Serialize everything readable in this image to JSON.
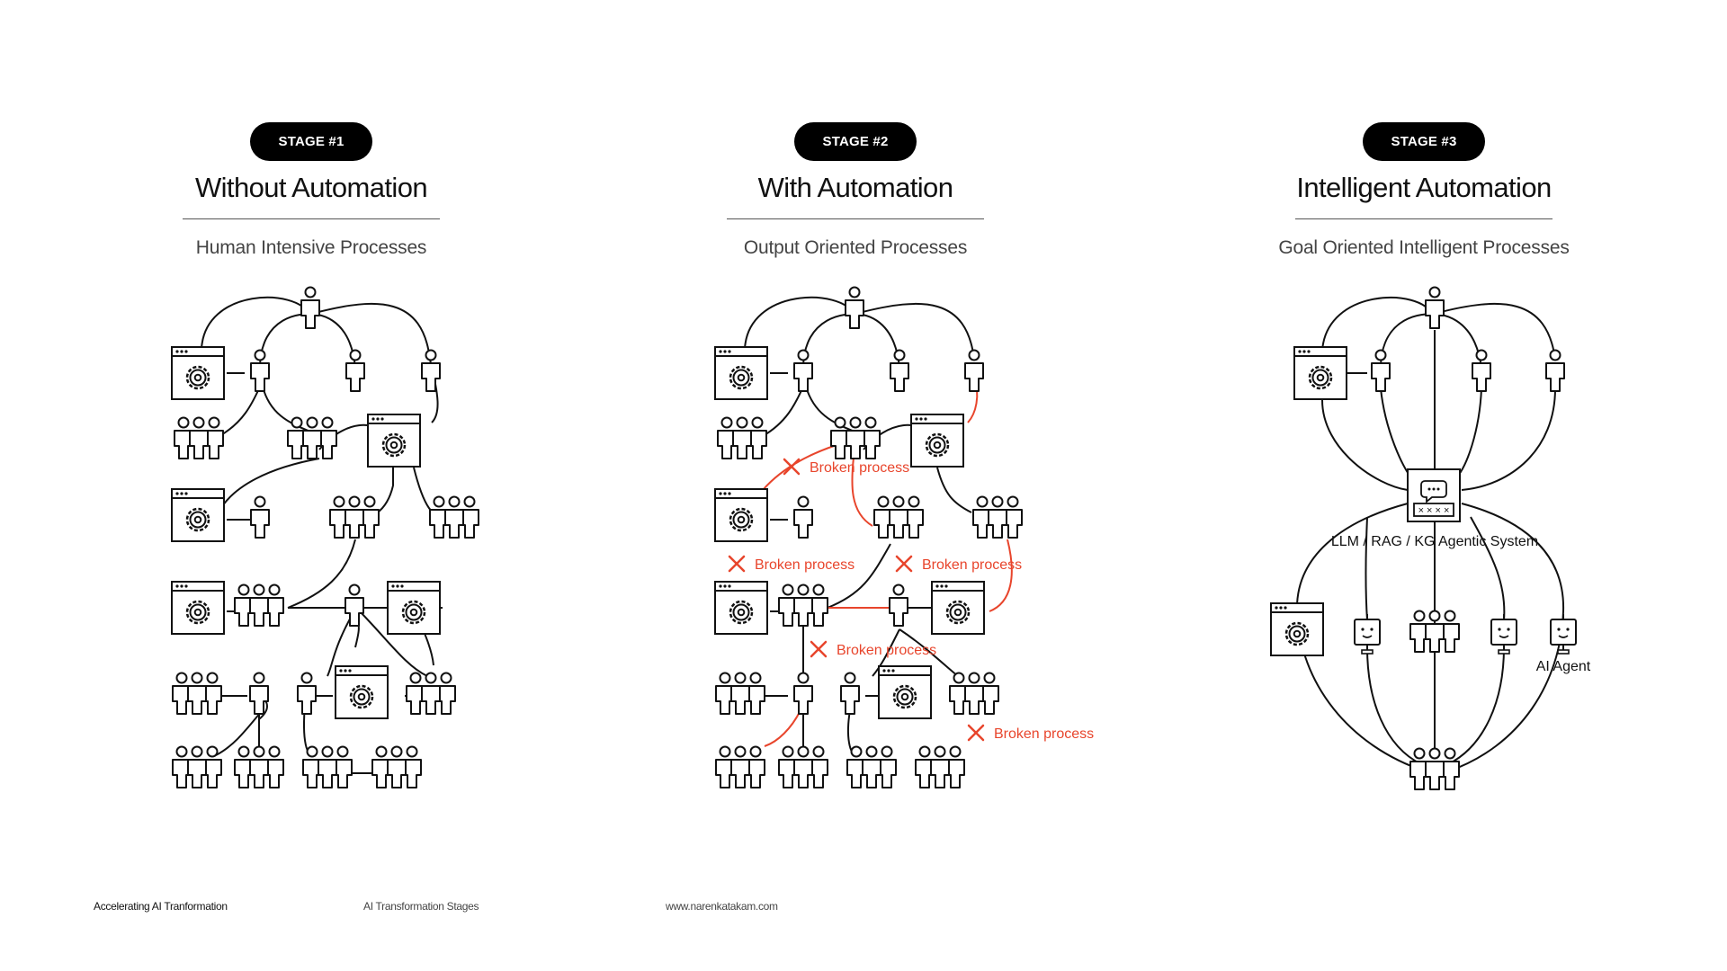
{
  "stages": [
    {
      "badge": "STAGE #1",
      "title": "Without Automation",
      "subtitle": "Human Intensive Processes"
    },
    {
      "badge": "STAGE #2",
      "title": "With Automation",
      "subtitle": "Output Oriented Processes"
    },
    {
      "badge": "STAGE #3",
      "title": "Intelligent Automation",
      "subtitle": "Goal Oriented Intelligent Processes"
    }
  ],
  "labels": {
    "broken_process": "Broken process",
    "agentic_system": "LLM / RAG / KG Agentic System",
    "ai_agent": "AI Agent",
    "agent_widget": "× × × ×"
  },
  "footer": {
    "left": "Accelerating AI Tranformation",
    "middle": "AI Transformation Stages",
    "right": "www.narenkatakam.com"
  },
  "colors": {
    "ink": "#111111",
    "broken": "#e8452c",
    "badge_bg": "#000000"
  },
  "icons": [
    "person-icon",
    "group-icon",
    "app-window-gear-icon",
    "robot-agent-icon",
    "chat-bubble-icon",
    "x-mark-icon"
  ]
}
